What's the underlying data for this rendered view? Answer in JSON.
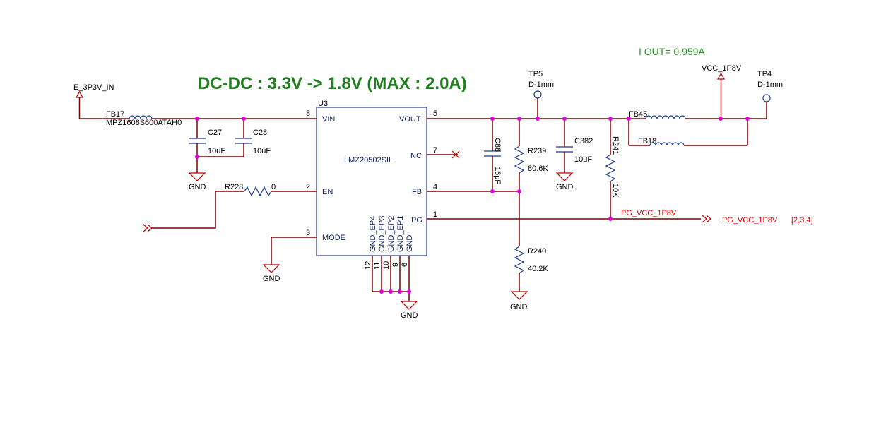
{
  "title": "DC-DC : 3.3V -> 1.8V  (MAX : 2.0A)",
  "iout": "I OUT= 0.959A",
  "nets": {
    "input": "E_3P3V_IN",
    "vcc": "VCC_1P8V",
    "pg_net": "PG_VCC_1P8V",
    "pg_port": "PG_VCC_1P8V",
    "pg_pages": "[2,3,4]",
    "gnd": "GND"
  },
  "ic": {
    "ref": "U3",
    "part": "LMZ20502SIL",
    "pins": {
      "vin": "VIN",
      "en": "EN",
      "mode": "MODE",
      "vout": "VOUT",
      "nc": "NC",
      "fb": "FB",
      "pg": "PG",
      "gnd_ep4": "GND_EP4",
      "gnd_ep3": "GND_EP3",
      "gnd_ep2": "GND_EP2",
      "gnd_ep1": "GND_EP1",
      "gnd": "GND"
    },
    "pin_numbers": {
      "vin": "8",
      "en": "2",
      "mode": "3",
      "vout": "5",
      "nc": "7",
      "fb": "4",
      "pg": "1",
      "ep4": "12",
      "ep3": "11",
      "ep2": "10",
      "ep1": "9",
      "gnd": "6"
    }
  },
  "parts": {
    "fb17": {
      "ref": "FB17",
      "value": "MPZ1608S600ATAH0"
    },
    "c27": {
      "ref": "C27",
      "value": "10uF"
    },
    "c28": {
      "ref": "C28",
      "value": "10uF"
    },
    "r228": {
      "ref": "R228",
      "value": "0"
    },
    "c88": {
      "ref": "C88",
      "value": "16pF"
    },
    "r239": {
      "ref": "R239",
      "value": "80.6K"
    },
    "r240": {
      "ref": "R240",
      "value": "40.2K"
    },
    "c382": {
      "ref": "C382",
      "value": "10uF"
    },
    "r241": {
      "ref": "R241",
      "value": "10K"
    },
    "fb45": {
      "ref": "FB45"
    },
    "fb18": {
      "ref": "FB18"
    },
    "tp5": {
      "ref": "TP5",
      "value": "D-1mm"
    },
    "tp4": {
      "ref": "TP4",
      "value": "D-1mm"
    }
  },
  "colors": {
    "wire": "#7a0000",
    "component": "#1e3a8a",
    "junction": "#e000e0",
    "title": "#1e7f1e",
    "net_label": "#e00000"
  }
}
